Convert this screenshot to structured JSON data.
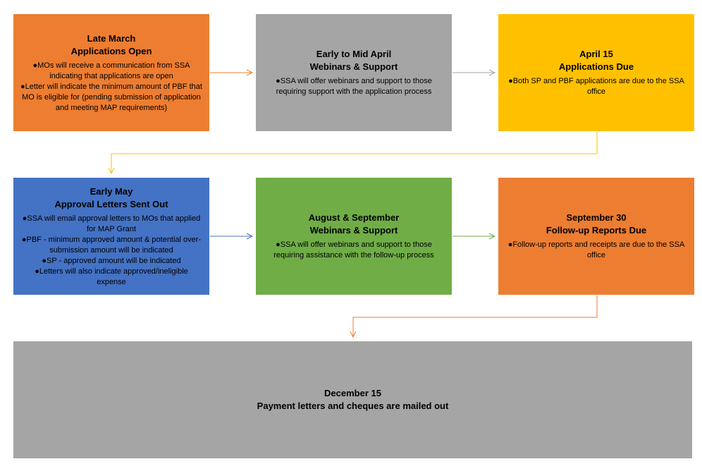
{
  "colors": {
    "orange": "#ED7D31",
    "gray": "#A5A5A5",
    "gold": "#FFC000",
    "blue": "#4472C4",
    "green": "#70AD47"
  },
  "steps": [
    {
      "title_line1": "Late March",
      "title_line2": "Applications Open",
      "color": "#ED7D31",
      "bullets": [
        "●MOs will receive a communication from SSA indicating that applications are open",
        "●Letter will indicate the minimum amount of PBF that MO is eligible for (pending submission of application and meeting MAP requirements)"
      ]
    },
    {
      "title_line1": "Early to Mid April",
      "title_line2": "Webinars & Support",
      "color": "#A5A5A5",
      "bullets": [
        "●SSA will offer webinars and support to those requiring support with the application process"
      ]
    },
    {
      "title_line1": "April 15",
      "title_line2": "Applications Due",
      "color": "#FFC000",
      "bullets": [
        "●Both SP and PBF applications are due to the SSA office"
      ]
    },
    {
      "title_line1": "Early May",
      "title_line2": "Approval Letters Sent Out",
      "color": "#4472C4",
      "bullets": [
        "●SSA will email approval letters to MOs that applied for MAP Grant",
        "●PBF - minimum approved amount & potential over-submission amount will be indicated",
        "●SP - approved amount will be indicated",
        "●Letters will also indicate approved/ineligible expense"
      ]
    },
    {
      "title_line1": "August & September",
      "title_line2": "Webinars & Support",
      "color": "#70AD47",
      "bullets": [
        "●SSA will offer webinars and support to those requiring assistance with the follow-up process"
      ]
    },
    {
      "title_line1": "September 30",
      "title_line2": "Follow-up Reports Due",
      "color": "#ED7D31",
      "bullets": [
        "●Follow-up reports and receipts are due to the SSA office"
      ]
    },
    {
      "title_line1": "December 15",
      "title_line2": "Payment letters and cheques are mailed out",
      "color": "#A5A5A5",
      "bullets": []
    }
  ]
}
